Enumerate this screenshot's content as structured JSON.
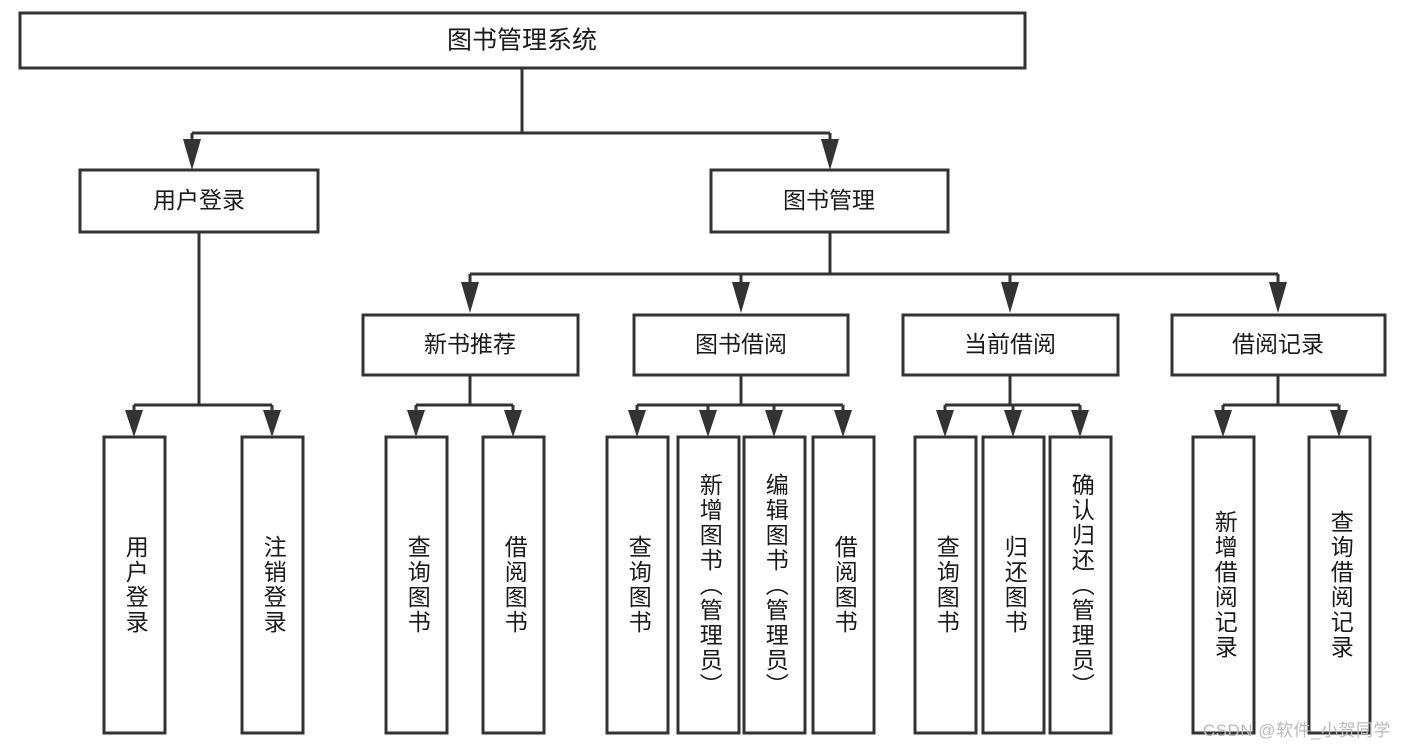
{
  "diagram": {
    "type": "tree-hierarchy",
    "title": "图书管理系统",
    "watermark": "CSDN @软件_小贺同学",
    "colors": {
      "box_fill": "#ffffff",
      "box_stroke": "#333333",
      "text": "#1a1a1a",
      "watermark": "#b9b9b9",
      "background": "#ffffff"
    },
    "root": {
      "label": "图书管理系统"
    },
    "level1": [
      {
        "label": "用户登录"
      },
      {
        "label": "图书管理"
      }
    ],
    "level2": [
      {
        "label": "新书推荐"
      },
      {
        "label": "图书借阅"
      },
      {
        "label": "当前借阅"
      },
      {
        "label": "借阅记录"
      }
    ],
    "leaves": {
      "user_login": [
        {
          "label": "用户登录"
        },
        {
          "label": "注销登录"
        }
      ],
      "new_book_recommend": [
        {
          "label": "查询图书"
        },
        {
          "label": "借阅图书"
        }
      ],
      "book_borrow": [
        {
          "label": "查询图书"
        },
        {
          "label": "新增图书（管理员）"
        },
        {
          "label": "编辑图书（管理员）"
        },
        {
          "label": "借阅图书"
        }
      ],
      "current_borrow": [
        {
          "label": "查询图书"
        },
        {
          "label": "归还图书"
        },
        {
          "label": "确认归还（管理员）"
        }
      ],
      "borrow_record": [
        {
          "label": "新增借阅记录"
        },
        {
          "label": "查询借阅记录"
        }
      ]
    }
  }
}
